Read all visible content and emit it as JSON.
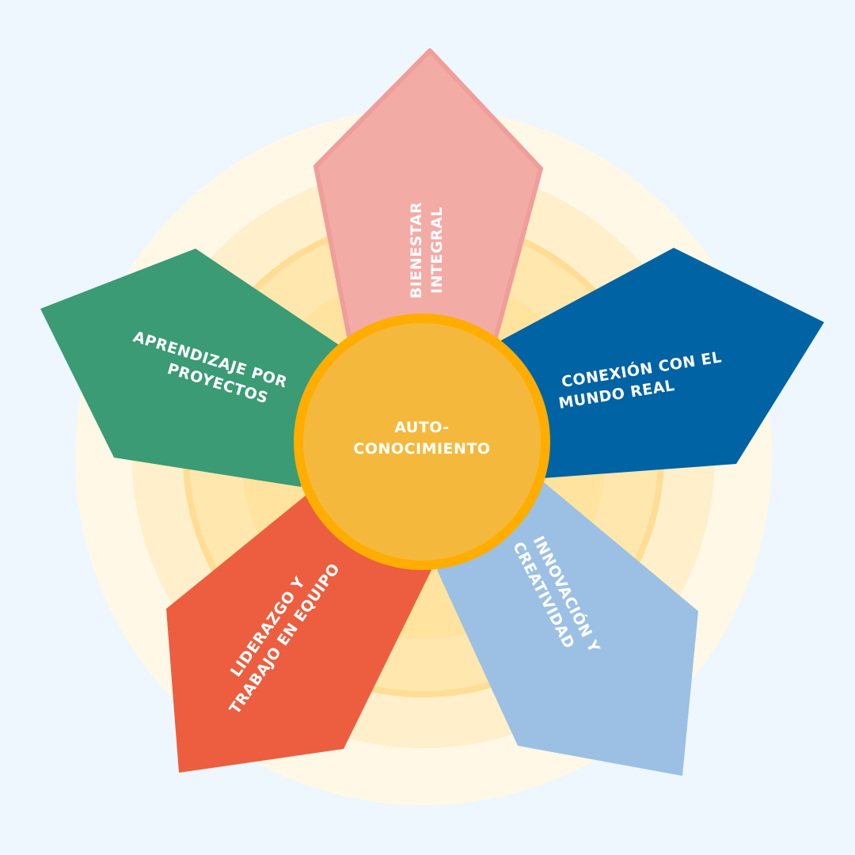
{
  "colors": {
    "background": "#eef7fd",
    "ring_outer": "#fff8e6",
    "ring_mid": "#ffedc4",
    "ring_inner": "#ffe6a6",
    "ring_core": "#ffe39e",
    "ring_line": "#ffd98a",
    "center_fill": "#f4b93c",
    "center_stroke": "#ffad00",
    "label_text": "#ffffff"
  },
  "center": {
    "line1": "AUTO-",
    "line2": "CONOCIMIENTO"
  },
  "petals": [
    {
      "id": "bienestar",
      "line1": "BIENESTAR",
      "line2": "INTEGRAL",
      "color": "#f3aba6",
      "edge": "#ef9e9a"
    },
    {
      "id": "conexion",
      "line1": "CONEXIÓN CON EL",
      "line2": "MUNDO REAL",
      "color": "#0063a3",
      "edge": "#0063a3"
    },
    {
      "id": "innovacion",
      "line1": "INNOVACIÓN Y",
      "line2": "CREATIVIDAD",
      "color": "#9bc0e3",
      "edge": "#9bc0e3"
    },
    {
      "id": "liderazgo",
      "line1": "LIDERAZGO Y",
      "line2": "TRABAJO EN EQUIPO",
      "color": "#ec5e3f",
      "edge": "#ec5e3f"
    },
    {
      "id": "aprendizaje",
      "line1": "APRENDIZAJE POR",
      "line2": "PROYECTOS",
      "color": "#3a9b74",
      "edge": "#3a9b74"
    }
  ]
}
